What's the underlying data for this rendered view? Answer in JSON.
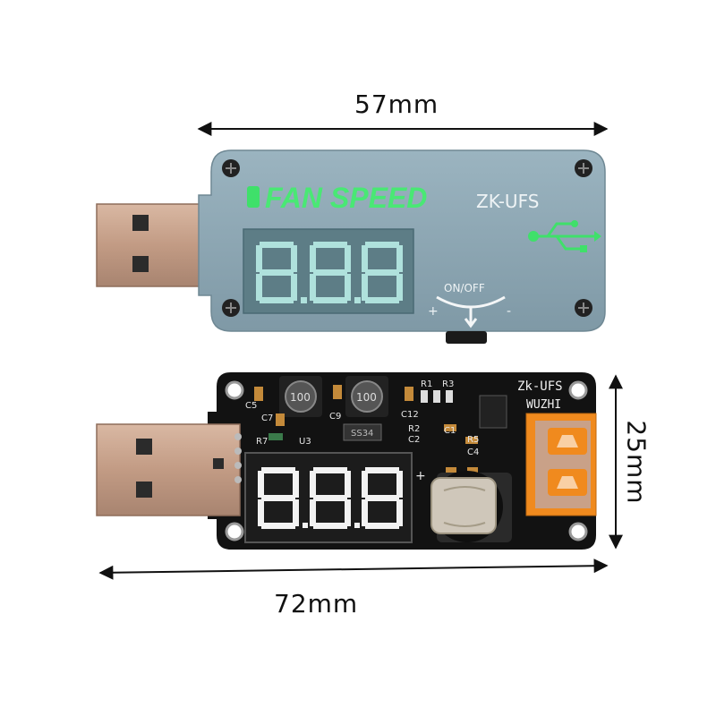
{
  "dimensions": {
    "top_width": "57mm",
    "bottom_width": "72mm",
    "height": "25mm"
  },
  "top_device": {
    "title": "FAN SPEED",
    "model": "ZK-UFS",
    "switch_label": "ON/OFF",
    "plus_sign": "+",
    "minus_sign": "-"
  },
  "bottom_device": {
    "model": "Zk-UFS",
    "brand": "WUZHI",
    "inductor_1": "100",
    "inductor_2": "100",
    "diode": "SS34",
    "labels": {
      "c5": "C5",
      "c7": "C7",
      "c9": "C9",
      "c12": "C12",
      "r7": "R7",
      "u3": "U3",
      "r2": "R2",
      "r5": "R5",
      "c1": "C1",
      "c2": "C2",
      "c4": "C4",
      "r1": "R1",
      "r3": "R3",
      "plus": "+"
    }
  },
  "colors": {
    "pcb": "#121212",
    "cover": "#8da6b2",
    "green_glow": "#3fe06a",
    "usb_metal": "#c9a188",
    "port_orange": "#f08a1e"
  }
}
